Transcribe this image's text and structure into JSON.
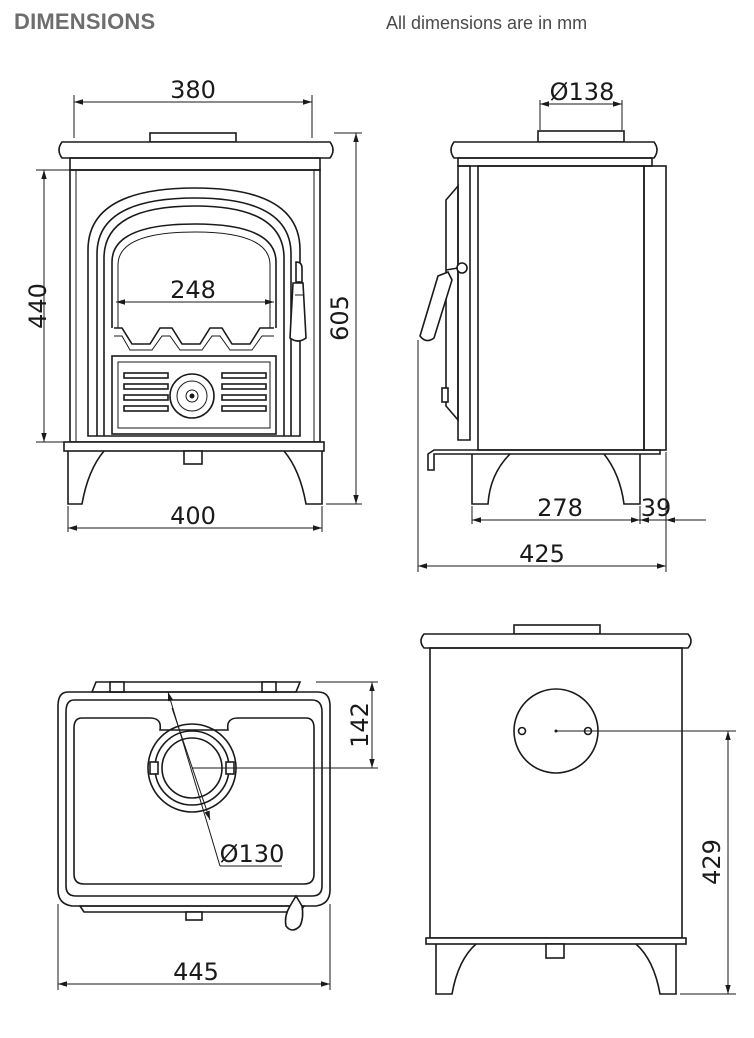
{
  "header": {
    "title": "DIMENSIONS",
    "note": "All dimensions are in mm"
  },
  "front_view": {
    "top_width": "380",
    "height_body": "440",
    "height_total": "605",
    "firebox_width": "248",
    "base_width": "400"
  },
  "side_view": {
    "flue_diameter": "Ø138",
    "leg_span": "278",
    "rear_offset": "39",
    "depth_total": "425"
  },
  "top_view": {
    "flue_offset": "142",
    "flue_diameter": "Ø130",
    "width": "445"
  },
  "rear_view": {
    "outlet_height": "429"
  }
}
